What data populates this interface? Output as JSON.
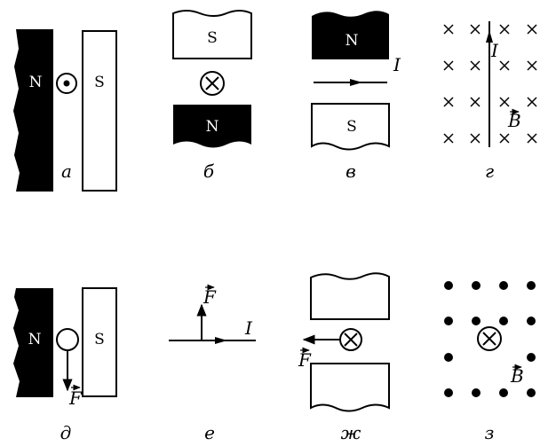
{
  "panels": {
    "a": {
      "caption": "а",
      "pole_left": "N",
      "pole_right": "S"
    },
    "b": {
      "caption": "б",
      "pole_top": "S",
      "pole_bottom": "N"
    },
    "v": {
      "caption": "в",
      "pole_top": "N",
      "pole_bottom": "S",
      "current": "I"
    },
    "g": {
      "caption": "г",
      "current": "I",
      "field": "B"
    },
    "d": {
      "caption": "д",
      "pole_left": "N",
      "pole_right": "S",
      "force": "F"
    },
    "e": {
      "caption": "е",
      "force": "F",
      "current": "I"
    },
    "zh": {
      "caption": "ж",
      "force": "F"
    },
    "z": {
      "caption": "з",
      "field": "B"
    }
  },
  "colors": {
    "ink": "#000000",
    "paper": "#ffffff"
  }
}
